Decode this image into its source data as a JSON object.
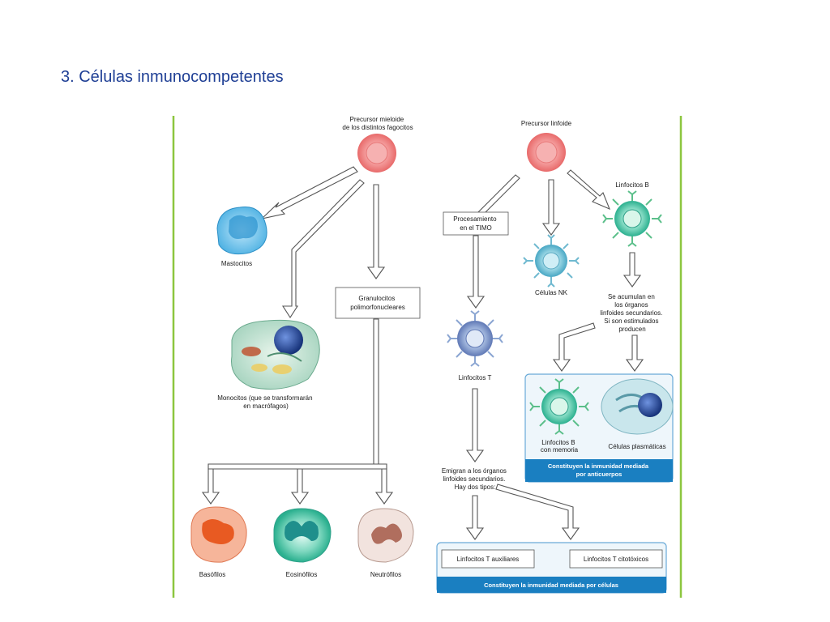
{
  "slide": {
    "title": "3. Células inmunocompetentes"
  },
  "diagram": {
    "myeloid_precursor": [
      "Precursor mieloide",
      "de los distintos fagocitos"
    ],
    "lymphoid_precursor": "Precursor linfoide",
    "mastocytes": "Mastocitos",
    "monocytes": [
      "Monocitos (que se transformarán",
      "en macrófagos)"
    ],
    "granulocytes": [
      "Granulocitos",
      "polimorfonucleares"
    ],
    "basophils": "Basófilos",
    "eosinophils": "Eosinófilos",
    "neutrophils": "Neutrófilos",
    "thymus": [
      "Procesamiento",
      "en el TIMO"
    ],
    "nk_cells": "Células NK",
    "b_lymphocytes": "Linfocitos B",
    "t_lymphocytes": "Linfocitos T",
    "b_accumulate": [
      "Se acumulan en",
      "los órganos",
      "linfoides secundarios.",
      "Si son estimulados",
      "producen"
    ],
    "memory_b": [
      "Linfocitos B",
      "con memoria"
    ],
    "plasma_cells": "Células plasmáticas",
    "antibody_banner": [
      "Constituyen la inmunidad mediada",
      "por anticuerpos"
    ],
    "t_emigrate": [
      "Emigran a los órganos",
      "linfoides secundarios.",
      "Hay dos tipos:"
    ],
    "helper_t": "Linfocitos T auxiliares",
    "cytotoxic_t": "Linfocitos T citotóxicos",
    "cell_banner": "Constituyen la inmunidad mediada por células",
    "colors": {
      "frame_green": "#8cc63f",
      "banner_blue": "#1a7fc1",
      "panel_border": "#6aaad8"
    }
  }
}
